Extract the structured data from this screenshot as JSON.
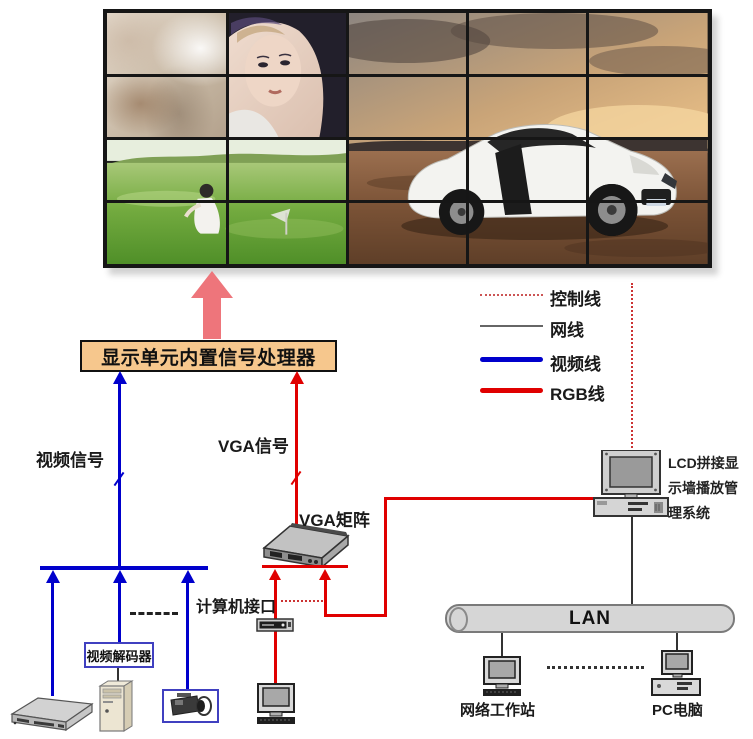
{
  "wall": {
    "rows": 4,
    "cols": 5,
    "panels": [
      {
        "name": "blurred-interior-scene"
      },
      {
        "name": "woman-portrait"
      },
      {
        "name": "girl-in-grass-field"
      },
      {
        "name": "white-sports-car-desert"
      }
    ]
  },
  "processor": {
    "label": "显示单元内置信号处理器",
    "fill": "#f6c78d"
  },
  "legend": {
    "items": [
      {
        "label": "控制线",
        "style": "dotted",
        "color": "#cc5555"
      },
      {
        "label": "网线",
        "style": "solid",
        "color": "#666666"
      },
      {
        "label": "视频线",
        "style": "thick",
        "color": "#0000cc"
      },
      {
        "label": "RGB线",
        "style": "thick",
        "color": "#e00000"
      }
    ]
  },
  "labels": {
    "video_signal": "视频信号",
    "vga_signal": "VGA信号",
    "vga_matrix": "VGA矩阵",
    "computer_interface": "计算机接口",
    "video_decoder": "视频解码器",
    "lan": "LAN",
    "workstation": "网络工作站",
    "pc": "PC电脑"
  },
  "lcd_system": {
    "lines": [
      "LCD拼接显",
      "示墙播放管",
      "理系统"
    ]
  },
  "colors": {
    "video_line": "#0000cc",
    "rgb_line": "#e00000",
    "control_line": "#cc3333",
    "network_line": "#444444",
    "processor_fill": "#f6c78d",
    "big_arrow": "#ee757b"
  },
  "icons": [
    "video-wall",
    "big-up-arrow",
    "vga-matrix-device",
    "computer-interface-device",
    "dvd-player",
    "tower-pc",
    "cctv-camera",
    "management-computer",
    "workstation-computer",
    "pc-computer",
    "interface-computer",
    "lan-bus"
  ]
}
